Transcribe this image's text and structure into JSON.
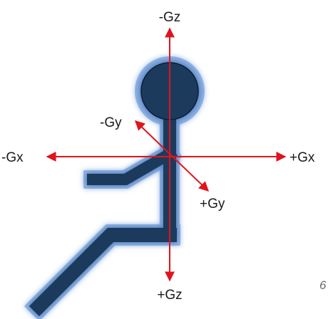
{
  "diagram": {
    "axis_color": "#e0141c",
    "figure_color": "#1f3a5c",
    "figure_glow_color": "#5b8fd6",
    "labels": {
      "neg_gz": "-Gz",
      "pos_gz": "+Gz",
      "neg_gx": "-Gx",
      "pos_gx": "+Gx",
      "neg_gy": "-Gy",
      "pos_gy": "+Gy"
    },
    "page_number": "6"
  }
}
